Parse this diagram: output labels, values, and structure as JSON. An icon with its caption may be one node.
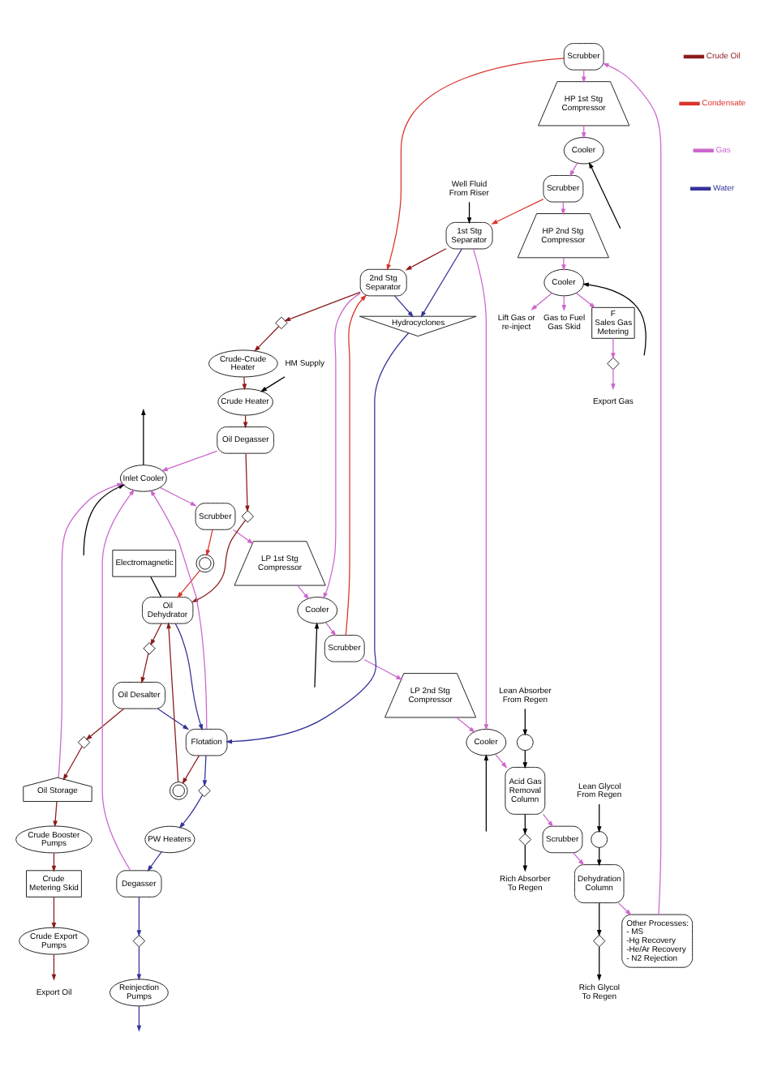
{
  "diagram": {
    "nodes": [
      {
        "text": [
          "Scrubber"
        ]
      },
      {
        "text": [
          "HP 1st Stg Compressor"
        ]
      },
      {
        "text": [
          "Cooler"
        ]
      },
      {
        "text": [
          "Scrubber"
        ]
      },
      {
        "text": [
          "HP 2nd Stg Compressor"
        ]
      },
      {
        "text": [
          "Cooler"
        ]
      },
      {
        "text": [
          "Lift Gas or re-inject"
        ]
      },
      {
        "text": [
          "Gas to Fuel Gas Skid"
        ]
      },
      {
        "text": [
          "F",
          "Sales Gas Metering"
        ]
      },
      {
        "text": [],
        "shape": "valve"
      },
      {
        "text": [
          "Export Gas"
        ]
      },
      {
        "text": [
          "Acid Gas Removal Column"
        ]
      },
      {
        "text": [],
        "shape": "circle"
      },
      {
        "text": [
          "Lean Absorber From Regen"
        ]
      },
      {
        "text": [
          "Dehydration Column"
        ]
      },
      {
        "text": [],
        "shape": "circle"
      },
      {
        "text": [
          "Lean Glycol From Regen"
        ]
      },
      {
        "text": [
          "Inlet Cooler"
        ]
      },
      {
        "text": [
          "Scrubber"
        ]
      },
      {
        "text": [
          "Cooler"
        ]
      },
      {
        "text": [
          "Scrubber"
        ]
      },
      {
        "text": [
          "Scrubber"
        ]
      },
      {
        "text": [
          "Other Processes:",
          "- MS",
          "-Hg Recovery",
          "-He/Ar Recovery",
          "- N2 Rejection"
        ]
      },
      {
        "text": [
          "LP 1st Stg Compressor"
        ]
      },
      {
        "text": [
          "LP 2nd Stg Compressor"
        ]
      },
      {
        "text": [
          "Cooler"
        ]
      },
      {
        "text": [],
        "shape": "valve"
      },
      {
        "text": [
          "Rich Absorber To Regen"
        ]
      },
      {
        "text": [],
        "shape": "valve"
      },
      {
        "text": [
          "Rich Glycol To Regen"
        ]
      },
      {
        "text": [],
        "shape": "pump"
      },
      {
        "text": [
          "Well Fluid From Riser"
        ]
      },
      {
        "text": [
          "1st Stg Separator"
        ]
      },
      {
        "text": [
          "2nd Stg Separator"
        ]
      },
      {
        "text": [
          "HM Supply"
        ]
      },
      {
        "text": [
          "Crude Heater"
        ]
      },
      {
        "text": [
          "Electromagnetic"
        ]
      },
      {
        "text": [],
        "shape": "valve"
      },
      {
        "text": [
          "Crude-Crude Heater"
        ]
      },
      {
        "text": [
          "Oil Degasser"
        ]
      },
      {
        "text": [
          "Oil Dehydrator"
        ]
      },
      {
        "text": [
          "Oil Desalter"
        ]
      },
      {
        "text": [
          "Oil Storage"
        ]
      },
      {
        "text": [],
        "shape": "valve"
      },
      {
        "text": [],
        "shape": "valve"
      },
      {
        "text": [],
        "shape": "valve"
      },
      {
        "text": [
          "Export Oil"
        ]
      },
      {
        "text": [
          "Crude Booster Pumps"
        ]
      },
      {
        "text": [
          "Crude Metering Skid"
        ]
      },
      {
        "text": [
          "Crude Export Pumps"
        ]
      },
      {
        "text": [
          "Hydrocyclones"
        ]
      },
      {
        "text": [
          "Flotation"
        ]
      },
      {
        "text": [],
        "shape": "pump"
      },
      {
        "text": [],
        "shape": "valve"
      },
      {
        "text": [
          "PW Heaters"
        ]
      },
      {
        "text": [
          "Degasser"
        ]
      },
      {
        "text": [],
        "shape": "valve"
      },
      {
        "text": [
          "Reinjection Pumps"
        ]
      }
    ],
    "edges": [
      {
        "from": 0,
        "to": 1,
        "arrow": "to",
        "color": "#cc66cc"
      },
      {
        "from": 1,
        "to": 2,
        "arrow": "to",
        "color": "#cc66cc"
      },
      {
        "from": 2,
        "to": 3,
        "arrow": "to",
        "color": "#cc66cc"
      },
      {
        "from": 3,
        "to": 4,
        "arrow": "to",
        "color": "#cc66cc"
      },
      {
        "from": 4,
        "to": 5,
        "arrow": "to",
        "color": "#cc66cc"
      },
      {
        "from": 5,
        "to": 6,
        "arrow": "to",
        "color": "#cc66cc"
      },
      {
        "from": 5,
        "to": 7,
        "arrow": "to",
        "color": "#cc66cc"
      },
      {
        "from": 5,
        "to": 8,
        "arrow": "to",
        "color": "#cc66cc"
      },
      {
        "from": 8,
        "to": 9,
        "arrow": "to",
        "color": "#cc66cc"
      },
      {
        "from": 9,
        "to": 10,
        "arrow": "to",
        "color": "#cc66cc"
      },
      {
        "from": 22,
        "to": 0,
        "arrow": "to",
        "color": "#cc66cc"
      },
      {
        "from": 17,
        "to": 18,
        "arrow": "to",
        "color": "#cc66cc"
      },
      {
        "from": 18,
        "to": 23,
        "arrow": "to",
        "color": "#cc66cc"
      },
      {
        "from": 23,
        "to": 19,
        "arrow": "to",
        "color": "#cc66cc"
      },
      {
        "from": 19,
        "to": 20,
        "arrow": "to",
        "color": "#cc66cc"
      },
      {
        "from": 20,
        "to": 24,
        "arrow": "to",
        "color": "#cc66cc"
      },
      {
        "from": 24,
        "to": 25,
        "arrow": "to",
        "color": "#cc66cc"
      },
      {
        "from": 25,
        "to": 11,
        "arrow": "to",
        "color": "#cc66cc"
      },
      {
        "from": 11,
        "to": 21,
        "arrow": "to",
        "color": "#cc66cc"
      },
      {
        "from": 21,
        "to": 14,
        "arrow": "to",
        "color": "#cc66cc"
      },
      {
        "from": 14,
        "to": 22,
        "arrow": "to",
        "color": "#cc66cc"
      },
      {
        "from": 32,
        "to": 25,
        "arrow": "to",
        "color": "#cc66cc"
      },
      {
        "from": 33,
        "to": 19,
        "arrow": "to",
        "color": "#cc66cc"
      },
      {
        "from": 39,
        "to": 17,
        "arrow": "to",
        "color": "#cc66cc"
      },
      {
        "from": 42,
        "to": 17,
        "arrow": "to",
        "color": "#cc66cc"
      },
      {
        "from": 51,
        "to": 17,
        "arrow": "to",
        "color": "#cc66cc"
      },
      {
        "from": 55,
        "to": 17,
        "arrow": "to",
        "color": "#cc66cc"
      },
      {
        "from": 13,
        "to": 12,
        "arrow": "to",
        "color": "#000000"
      },
      {
        "from": 12,
        "to": 11,
        "arrow": "to",
        "color": "#000000"
      },
      {
        "from": 16,
        "to": 15,
        "arrow": "to",
        "color": "#000000"
      },
      {
        "from": 15,
        "to": 14,
        "arrow": "to",
        "color": "#000000"
      },
      {
        "from": 11,
        "to": 26,
        "arrow": "to",
        "color": "#000000"
      },
      {
        "from": 26,
        "to": 27,
        "arrow": "to",
        "color": "#000000"
      },
      {
        "from": 14,
        "to": 28,
        "arrow": "to",
        "color": "#000000"
      },
      {
        "from": 28,
        "to": 29,
        "arrow": "to",
        "color": "#000000"
      },
      {
        "from": 3,
        "to": 32,
        "arrow": "to",
        "color": "#d9342b"
      },
      {
        "from": 0,
        "to": 33,
        "arrow": "to",
        "color": "#d9342b"
      },
      {
        "from": 18,
        "to": 30,
        "arrow": "to",
        "color": "#d9342b"
      },
      {
        "from": 30,
        "to": 40,
        "arrow": "to",
        "color": "#d9342b"
      },
      {
        "from": 20,
        "to": 33,
        "arrow": "to",
        "color": "#d9342b"
      },
      {
        "from": 31,
        "to": 32,
        "arrow": "to",
        "color": "#000000"
      },
      {
        "from": 32,
        "to": 33,
        "arrow": "to",
        "color": "#8b1a1a"
      },
      {
        "from": 33,
        "to": 37,
        "arrow": "to",
        "color": "#8b1a1a"
      },
      {
        "from": 37,
        "to": 38,
        "arrow": "to",
        "color": "#8b1a1a"
      },
      {
        "from": 38,
        "to": 35,
        "arrow": "to",
        "color": "#8b1a1a"
      },
      {
        "from": 35,
        "to": 39,
        "arrow": "to",
        "color": "#8b1a1a"
      },
      {
        "from": 39,
        "to": 43,
        "arrow": "to",
        "color": "#8b1a1a"
      },
      {
        "from": 43,
        "to": 40,
        "arrow": "to",
        "color": "#8b1a1a"
      },
      {
        "from": 40,
        "to": 44,
        "arrow": "to",
        "color": "#8b1a1a"
      },
      {
        "from": 44,
        "to": 41,
        "arrow": "to",
        "color": "#8b1a1a"
      },
      {
        "from": 41,
        "to": 45,
        "arrow": "to",
        "color": "#8b1a1a"
      },
      {
        "from": 45,
        "to": 42,
        "arrow": "to",
        "color": "#8b1a1a"
      },
      {
        "from": 42,
        "to": 47,
        "arrow": "to",
        "color": "#8b1a1a"
      },
      {
        "from": 47,
        "to": 48,
        "arrow": "to",
        "color": "#8b1a1a"
      },
      {
        "from": 48,
        "to": 49,
        "arrow": "to",
        "color": "#8b1a1a"
      },
      {
        "from": 49,
        "to": 46,
        "arrow": "to",
        "color": "#8b1a1a"
      },
      {
        "from": 51,
        "to": 52,
        "arrow": "to",
        "color": "#8b1a1a"
      },
      {
        "from": 52,
        "to": 40,
        "arrow": "to",
        "color": "#8b1a1a"
      },
      {
        "from": 32,
        "to": 50,
        "arrow": "to",
        "color": "#333399"
      },
      {
        "from": 33,
        "to": 50,
        "arrow": "to",
        "color": "#333399"
      },
      {
        "from": 40,
        "to": 51,
        "arrow": "to",
        "color": "#333399"
      },
      {
        "from": 41,
        "to": 51,
        "arrow": "to",
        "color": "#333399"
      },
      {
        "from": 50,
        "to": 51,
        "arrow": "to",
        "color": "#333399"
      },
      {
        "from": 51,
        "to": 53,
        "arrow": "to",
        "color": "#333399"
      },
      {
        "from": 53,
        "to": 54,
        "arrow": "to",
        "color": "#333399"
      },
      {
        "from": 54,
        "to": 55,
        "arrow": "to",
        "color": "#333399"
      },
      {
        "from": 55,
        "to": 56,
        "arrow": "to",
        "color": "#333399"
      },
      {
        "from": 56,
        "to": 57,
        "arrow": "to",
        "color": "#333399"
      },
      {
        "from": 57,
        "to": null,
        "arrow": "to",
        "color": "#333399"
      },
      {
        "from": 34,
        "to": 35,
        "arrow": "to",
        "color": "#000000"
      },
      {
        "from": 36,
        "to": 40,
        "arrow": "none",
        "color": "#000000"
      },
      {
        "from": null,
        "to": 2,
        "arrow": "to",
        "color": "#000000"
      },
      {
        "from": null,
        "to": 5,
        "arrow": "to",
        "color": "#000000"
      },
      {
        "from": null,
        "to": 17,
        "arrow": "to",
        "color": "#000000"
      },
      {
        "from": 17,
        "to": null,
        "arrow": "to",
        "color": "#000000"
      },
      {
        "from": null,
        "to": 19,
        "arrow": "to",
        "color": "#000000"
      },
      {
        "from": null,
        "to": 25,
        "arrow": "to",
        "color": "#000000"
      }
    ],
    "legend": [
      {
        "text": "Crude Oil",
        "color": "#8b1a1a"
      },
      {
        "text": "Condensate",
        "color": "#d9342b"
      },
      {
        "text": "Gas",
        "color": "#cc66cc"
      },
      {
        "text": "Water",
        "color": "#333399"
      }
    ]
  }
}
